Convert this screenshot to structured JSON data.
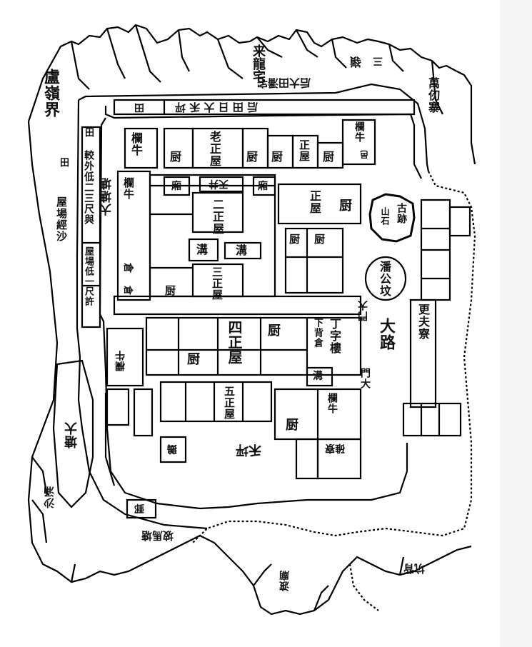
{
  "labels": {
    "top_village": "来龍宅",
    "top_right_peak": "嶺",
    "top_right_peak_char": "三",
    "left_boundary": "盧嶺界",
    "right_fort": "萬仞寨",
    "lower_left_pond": "塘大",
    "bottom_left_edge": "沙涌",
    "bottom_mid": "坡馬塘",
    "bottom_bridge": "渡廟",
    "bottom_right": "坑背",
    "road_north": "后 田 日 大 禾 坪",
    "road_north_left": "田",
    "road_top_small": "后大田潘宅",
    "row1_tower": "欄牛",
    "row1_zheng": "老正屋",
    "row1_chu1": "厨",
    "row1_chu2": "厨",
    "row1_chu3": "厨",
    "row1_zheng2": "正屋",
    "row1_chu4": "厨",
    "row1_right_tower": "欄牛",
    "row1_right_tower_sub": "邑",
    "left_side_text1": "田",
    "left_side_text2": "較外低二三尺與",
    "left_side_text3": "屋場低一尺許",
    "left_side_text4": "屋場經沙",
    "left_side_text5": "田",
    "left_street": "大塘塘",
    "left_tower2": "欄牛",
    "block2_xiang1": "廂",
    "block2_well": "天井",
    "block2_xiang2": "廂",
    "block2_zheng": "二正屋",
    "block2_gou1": "溝",
    "block2_gou2": "溝",
    "block2_zheng3": "三正屋",
    "block2_chu1": "厨",
    "block2_chu2": "厨",
    "block2_chu3": "厨",
    "block2_right_zheng": "正屋",
    "block2_right_chu": "厨",
    "side_storage": "倉",
    "side_storage2": "倉",
    "ancient_relic": "古跡",
    "ancient_relic_sub": "山石",
    "pan_tomb": "潘公坟",
    "right_gate": "門大",
    "right_road": "大路",
    "right_small_gate": "門大",
    "right_column": "更夫寮",
    "row3_zheng": "四正屋",
    "row3_chu1": "厨",
    "row3_chu2": "厨",
    "row3_storage": "下背倉",
    "row3_tower": "丁字樓",
    "row3_left_tower": "欄牛",
    "row3_gou": "溝",
    "row4_zheng": "五正屋",
    "row4_chu": "厨",
    "row4_tower": "欄牛",
    "row4_mill": "碓寮",
    "bottom_yard": "禾坪",
    "bottom_small": "鵝",
    "bottom_gate_box": "鄄"
  }
}
